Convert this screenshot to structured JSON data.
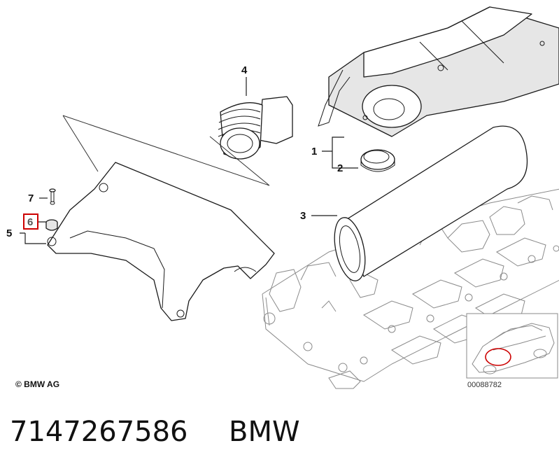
{
  "callouts": {
    "c1": "1",
    "c2": "2",
    "c3": "3",
    "c4": "4",
    "c5": "5",
    "c6": "6",
    "c7": "7"
  },
  "copyright": "© BMW AG",
  "image_number": "00088782",
  "part_number": "7147267586",
  "brand": "BMW",
  "highlight_color": "#cc0000"
}
